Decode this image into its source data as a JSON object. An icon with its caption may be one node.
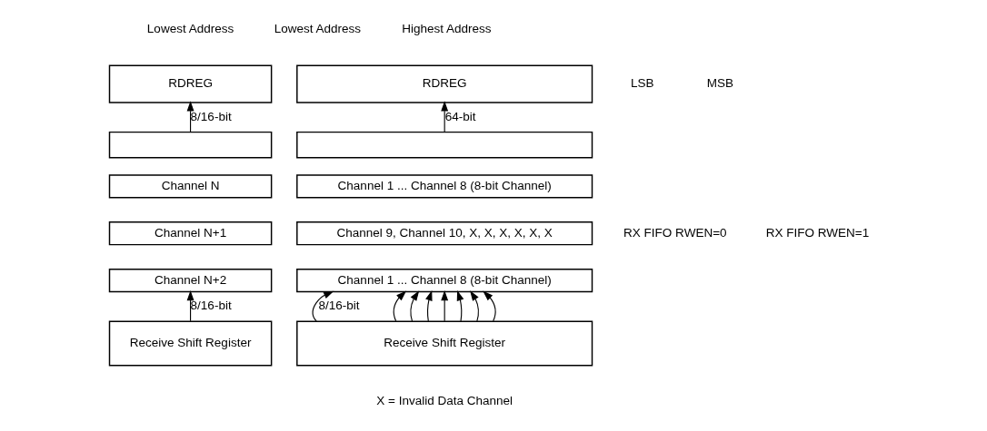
{
  "diagram": {
    "nodes": [
      {
        "text": [
          "RDREG"
        ]
      },
      {
        "text": [],
        "shape": "box"
      },
      {
        "text": [
          "Channel N"
        ]
      },
      {
        "text": [
          "Channel N+1"
        ]
      },
      {
        "text": [
          "Channel N+2"
        ]
      },
      {
        "text": [
          "Receive Shift Register"
        ]
      },
      {
        "text": [
          "RDREG"
        ]
      },
      {
        "text": [],
        "shape": "box"
      },
      {
        "text": [
          "Channel 1 ... Channel 8 (8-bit Channel)"
        ]
      },
      {
        "text": [
          "Channel 9, Channel 10, X, X, X, X, X, X"
        ]
      },
      {
        "text": [
          "Channel 1 ... Channel 8 (8-bit Channel)"
        ]
      },
      {
        "text": [
          "Receive Shift Register"
        ]
      }
    ],
    "edges": [
      {
        "from": 1,
        "to": 0,
        "arrow": "to",
        "label": "8/16-bit"
      },
      {
        "from": 5,
        "to": 4,
        "arrow": "to",
        "label": "8/16-bit"
      },
      {
        "from": 7,
        "to": 6,
        "arrow": "to",
        "label": "64-bit"
      },
      {
        "from": 11,
        "to": 10,
        "arrow": "to",
        "label": "8/16-bit"
      },
      {
        "from": 11,
        "to": 10,
        "arrow": "to"
      },
      {
        "from": 11,
        "to": 10,
        "arrow": "to"
      },
      {
        "from": 11,
        "to": 10,
        "arrow": "to"
      },
      {
        "from": 11,
        "to": 10,
        "arrow": "to"
      },
      {
        "from": 11,
        "to": 10,
        "arrow": "to"
      },
      {
        "from": 11,
        "to": 10,
        "arrow": "to"
      },
      {
        "from": 11,
        "to": 10,
        "arrow": "to"
      }
    ],
    "labels": [
      "Lowest Address",
      "LSB",
      "MSB",
      "RX FIFO RWEN=0",
      "Lowest Address",
      "Highest Address",
      "RX FIFO RWEN=1",
      "X = Invalid Data Channel"
    ]
  }
}
